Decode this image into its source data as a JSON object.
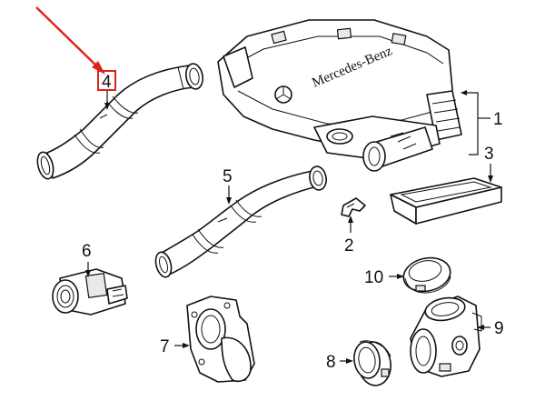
{
  "diagram": {
    "brand_text": "Mercedes-Benz",
    "highlight_color": "#e0201b",
    "callouts": [
      {
        "id": "1",
        "label": "1"
      },
      {
        "id": "2",
        "label": "2"
      },
      {
        "id": "3",
        "label": "3"
      },
      {
        "id": "4",
        "label": "4",
        "highlighted": true
      },
      {
        "id": "5",
        "label": "5"
      },
      {
        "id": "6",
        "label": "6"
      },
      {
        "id": "7",
        "label": "7"
      },
      {
        "id": "8",
        "label": "8"
      },
      {
        "id": "9",
        "label": "9"
      },
      {
        "id": "10",
        "label": "10"
      }
    ],
    "parts": [
      {
        "name": "air-cleaner-housing",
        "callout": "1"
      },
      {
        "name": "clip",
        "callout": "2"
      },
      {
        "name": "air-filter-element",
        "callout": "3"
      },
      {
        "name": "intake-hose-upper",
        "callout": "4"
      },
      {
        "name": "intake-hose-lower",
        "callout": "5"
      },
      {
        "name": "mass-air-flow-sensor",
        "callout": "6"
      },
      {
        "name": "throttle-body",
        "callout": "7"
      },
      {
        "name": "seal-ring",
        "callout": "8"
      },
      {
        "name": "resonator-housing",
        "callout": "9"
      },
      {
        "name": "connector-sleeve",
        "callout": "10"
      }
    ]
  }
}
